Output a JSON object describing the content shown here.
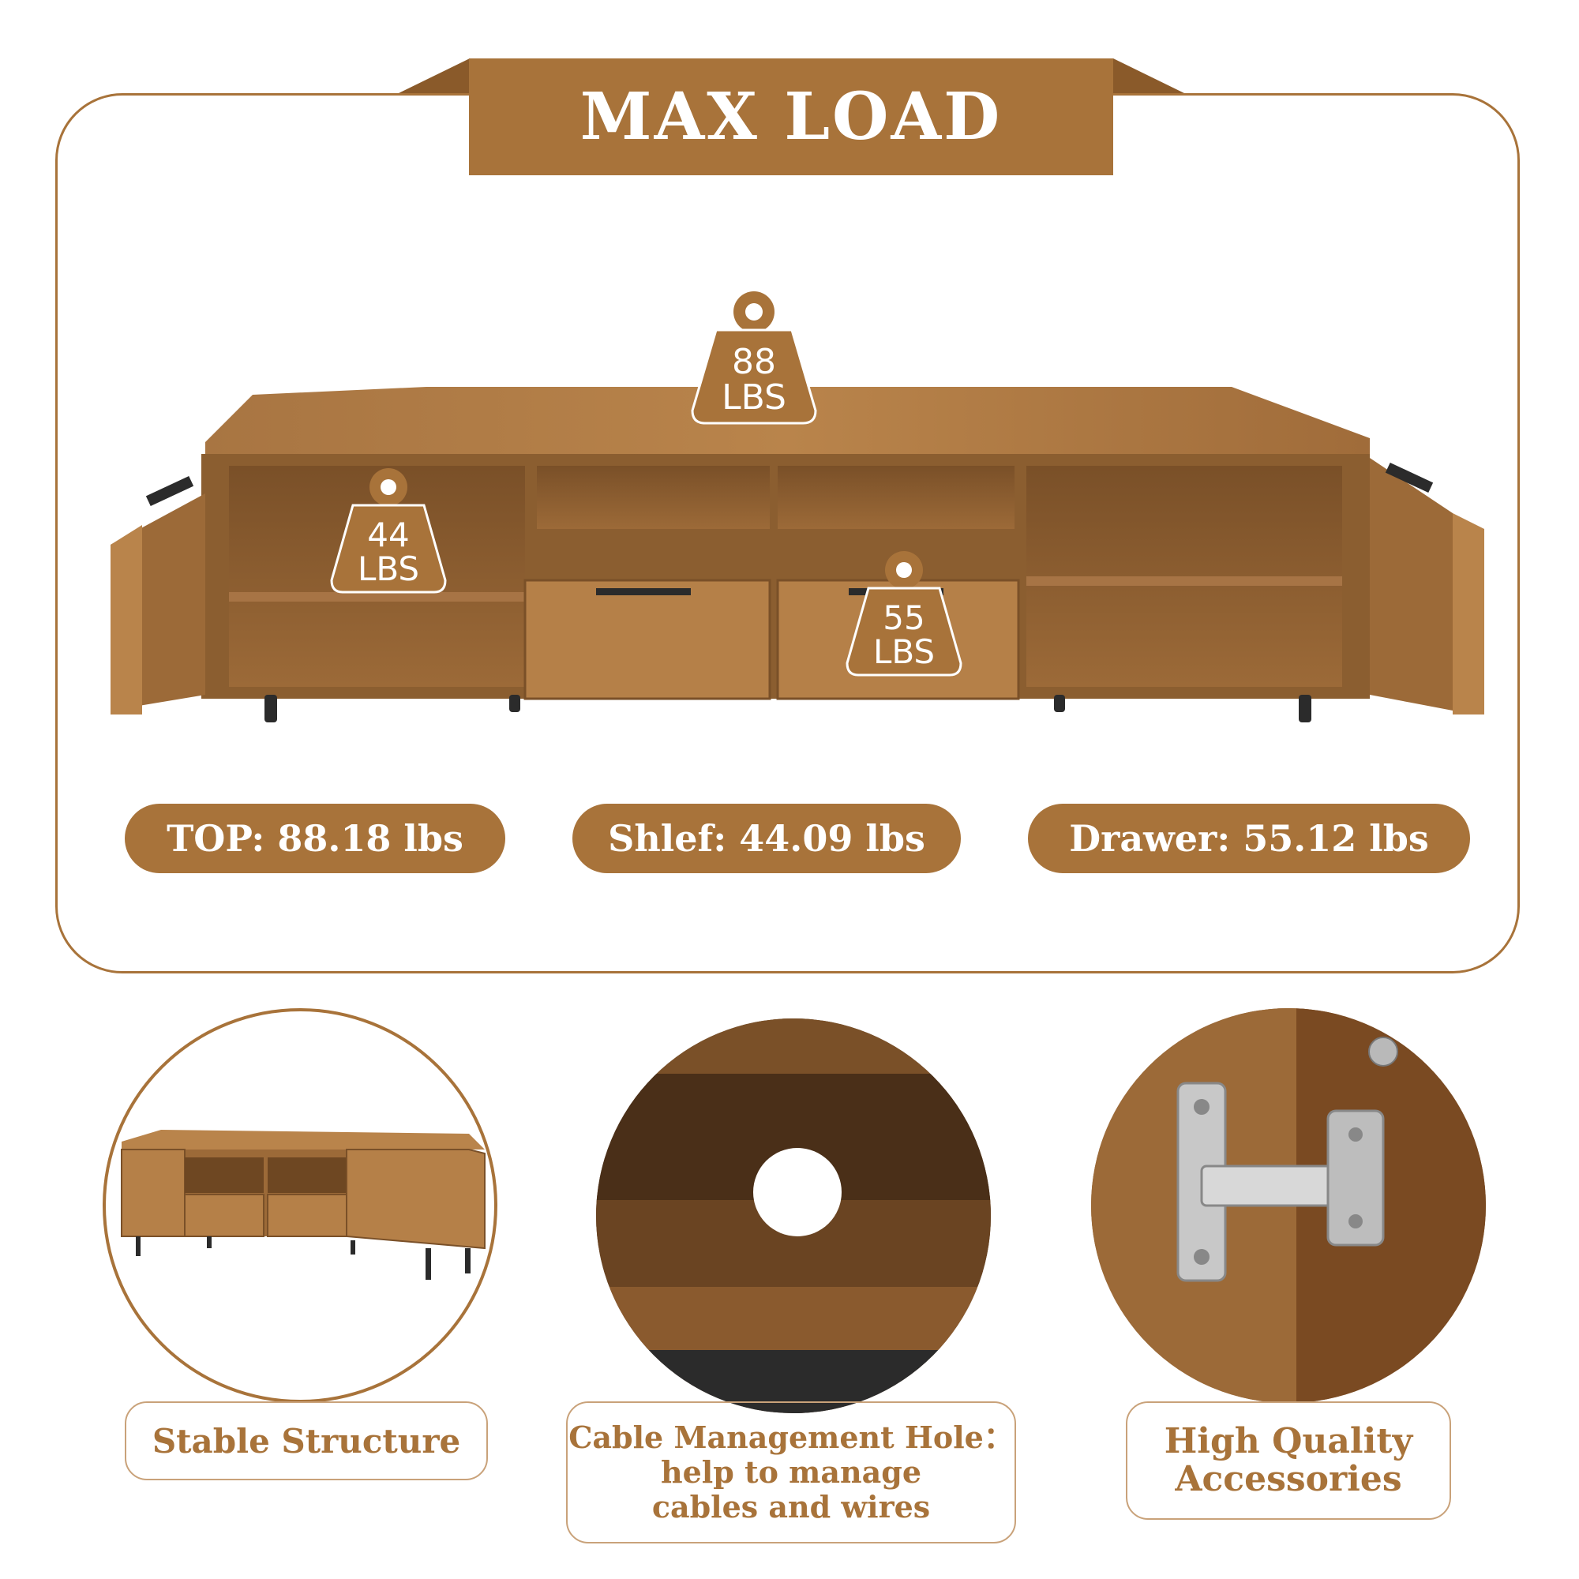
{
  "header": {
    "title": "MAX LOAD"
  },
  "weights": {
    "top": {
      "value": "88",
      "unit": "LBS"
    },
    "shelf": {
      "value": "44",
      "unit": "LBS"
    },
    "drawer": {
      "value": "55",
      "unit": "LBS"
    }
  },
  "capacity_pills": [
    {
      "label": "TOP: 88.18 lbs"
    },
    {
      "label": "Shlef: 44.09 lbs"
    },
    {
      "label": "Drawer: 55.12 lbs"
    }
  ],
  "features": [
    {
      "label_lines": [
        "Stable Structure"
      ]
    },
    {
      "label_lines": [
        "Cable Management Hole：",
        "help to manage",
        "cables and wires"
      ]
    },
    {
      "label_lines": [
        "High Quality",
        "Accessories"
      ]
    }
  ],
  "colors": {
    "accent": "#a8733a",
    "accent_dark": "#8a5a2a",
    "wood": "#9c6a38",
    "wood_light": "#b9844b",
    "metal": "#2b2b2b"
  }
}
